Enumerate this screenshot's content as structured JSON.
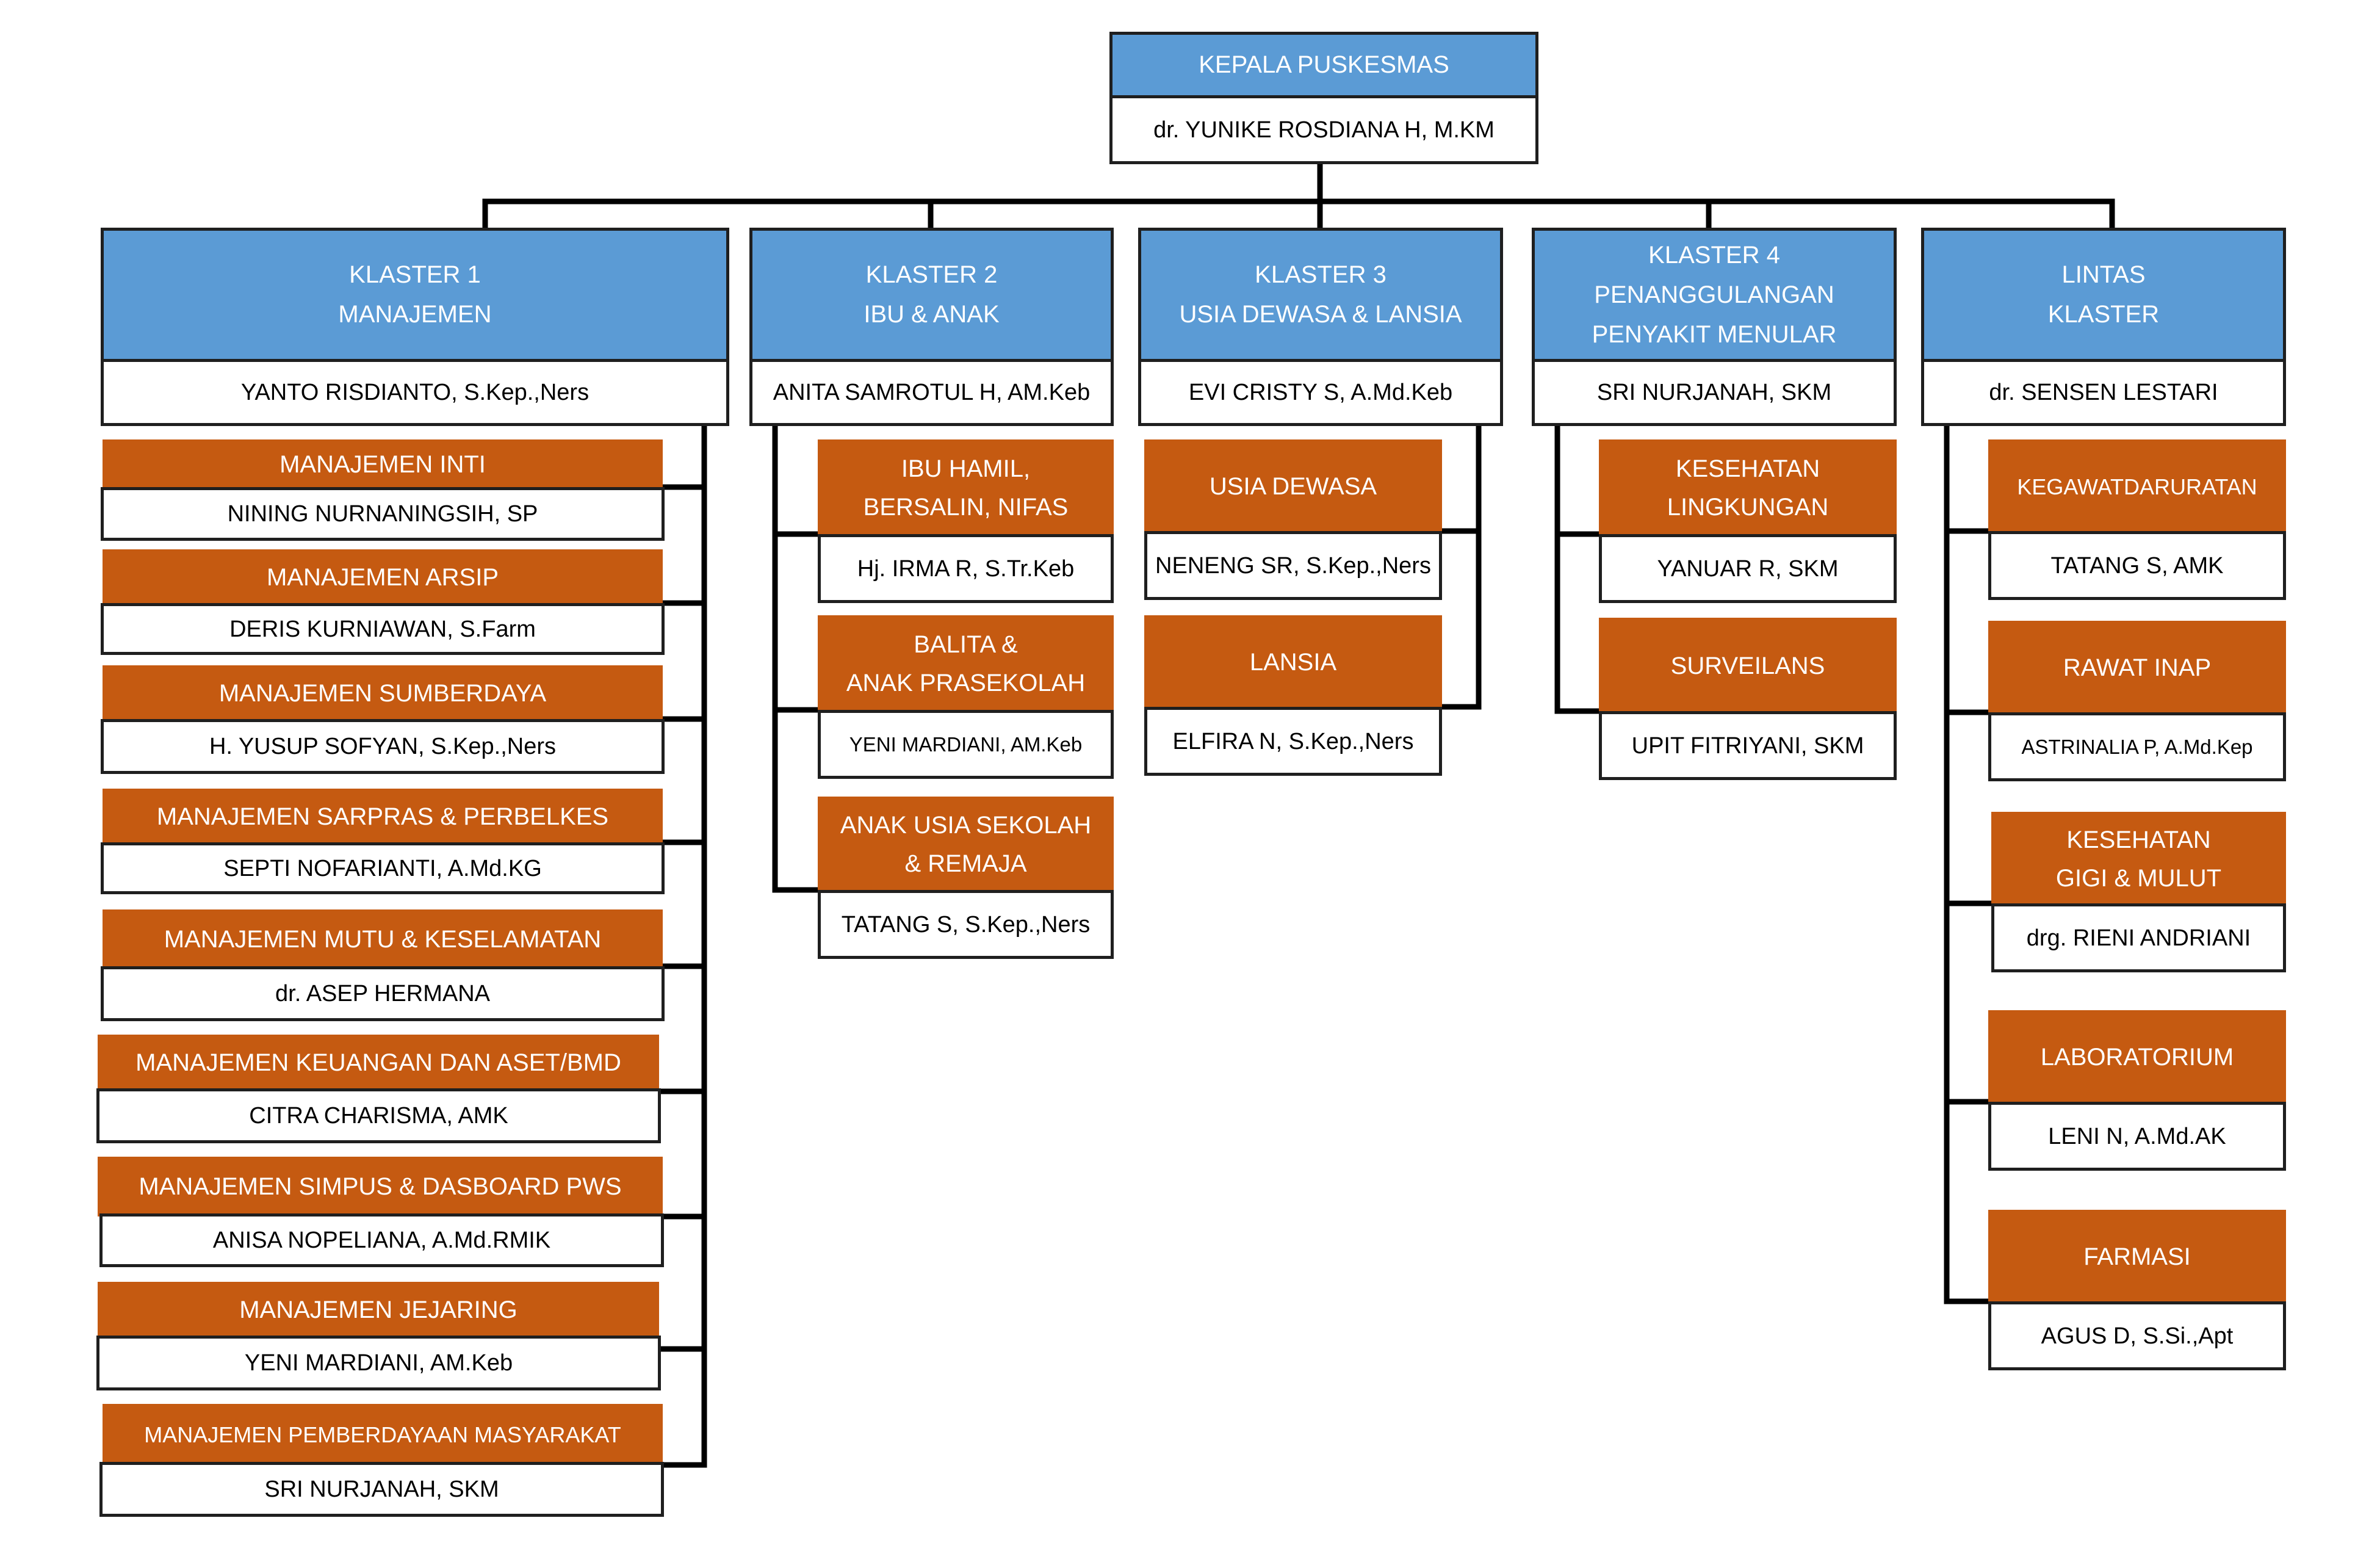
{
  "colors": {
    "header_blue": "#5b9bd5",
    "unit_orange": "#c55a11",
    "line": "#000000"
  },
  "head": {
    "title": "KEPALA PUSKESMAS",
    "name": "dr. YUNIKE ROSDIANA H, M.KM"
  },
  "klasters": [
    {
      "title": "KLASTER 1\nMANAJEMEN",
      "name": "YANTO RISDIANTO, S.Kep.,Ners",
      "units": [
        {
          "title": "MANAJEMEN INTI",
          "name": "NINING NURNANINGSIH, SP"
        },
        {
          "title": "MANAJEMEN ARSIP",
          "name": "DERIS KURNIAWAN, S.Farm"
        },
        {
          "title": "MANAJEMEN SUMBERDAYA",
          "name": "H. YUSUP SOFYAN, S.Kep.,Ners"
        },
        {
          "title": "MANAJEMEN SARPRAS & PERBELKES",
          "name": "SEPTI NOFARIANTI, A.Md.KG"
        },
        {
          "title": "MANAJEMEN MUTU & KESELAMATAN",
          "name": "dr. ASEP HERMANA"
        },
        {
          "title": "MANAJEMEN KEUANGAN DAN ASET/BMD",
          "name": "CITRA CHARISMA, AMK"
        },
        {
          "title": "MANAJEMEN SIMPUS & DASBOARD PWS",
          "name": "ANISA NOPELIANA, A.Md.RMIK"
        },
        {
          "title": "MANAJEMEN JEJARING",
          "name": "YENI MARDIANI, AM.Keb"
        },
        {
          "title": "MANAJEMEN  PEMBERDAYAAN MASYARAKAT",
          "name": "SRI NURJANAH, SKM"
        }
      ]
    },
    {
      "title": "KLASTER 2\nIBU & ANAK",
      "name": "ANITA SAMROTUL H, AM.Keb",
      "units": [
        {
          "title": "IBU HAMIL,\nBERSALIN, NIFAS",
          "name": "Hj. IRMA R, S.Tr.Keb"
        },
        {
          "title": "BALITA &\nANAK PRASEKOLAH",
          "name": "YENI MARDIANI, AM.Keb"
        },
        {
          "title": "ANAK USIA SEKOLAH\n& REMAJA",
          "name": "TATANG S, S.Kep.,Ners"
        }
      ]
    },
    {
      "title": "KLASTER 3\nUSIA DEWASA & LANSIA",
      "name": "EVI CRISTY S, A.Md.Keb",
      "units": [
        {
          "title": "USIA DEWASA",
          "name": "NENENG SR, S.Kep.,Ners"
        },
        {
          "title": "LANSIA",
          "name": "ELFIRA N, S.Kep.,Ners"
        }
      ]
    },
    {
      "title": "KLASTER 4\nPENANGGULANGAN\nPENYAKIT MENULAR",
      "name": "SRI NURJANAH, SKM",
      "units": [
        {
          "title": "KESEHATAN\nLINGKUNGAN",
          "name": "YANUAR R, SKM"
        },
        {
          "title": "SURVEILANS",
          "name": "UPIT FITRIYANI, SKM"
        }
      ]
    },
    {
      "title": "LINTAS\nKLASTER",
      "name": "dr. SENSEN LESTARI",
      "units": [
        {
          "title": "KEGAWATDARURATAN",
          "name": "TATANG S, AMK"
        },
        {
          "title": "RAWAT INAP",
          "name": "ASTRINALIA P, A.Md.Kep"
        },
        {
          "title": "KESEHATAN\nGIGI & MULUT",
          "name": "drg. RIENI ANDRIANI"
        },
        {
          "title": "LABORATORIUM",
          "name": "LENI N, A.Md.AK"
        },
        {
          "title": "FARMASI",
          "name": "AGUS D, S.Si.,Apt"
        }
      ]
    }
  ]
}
